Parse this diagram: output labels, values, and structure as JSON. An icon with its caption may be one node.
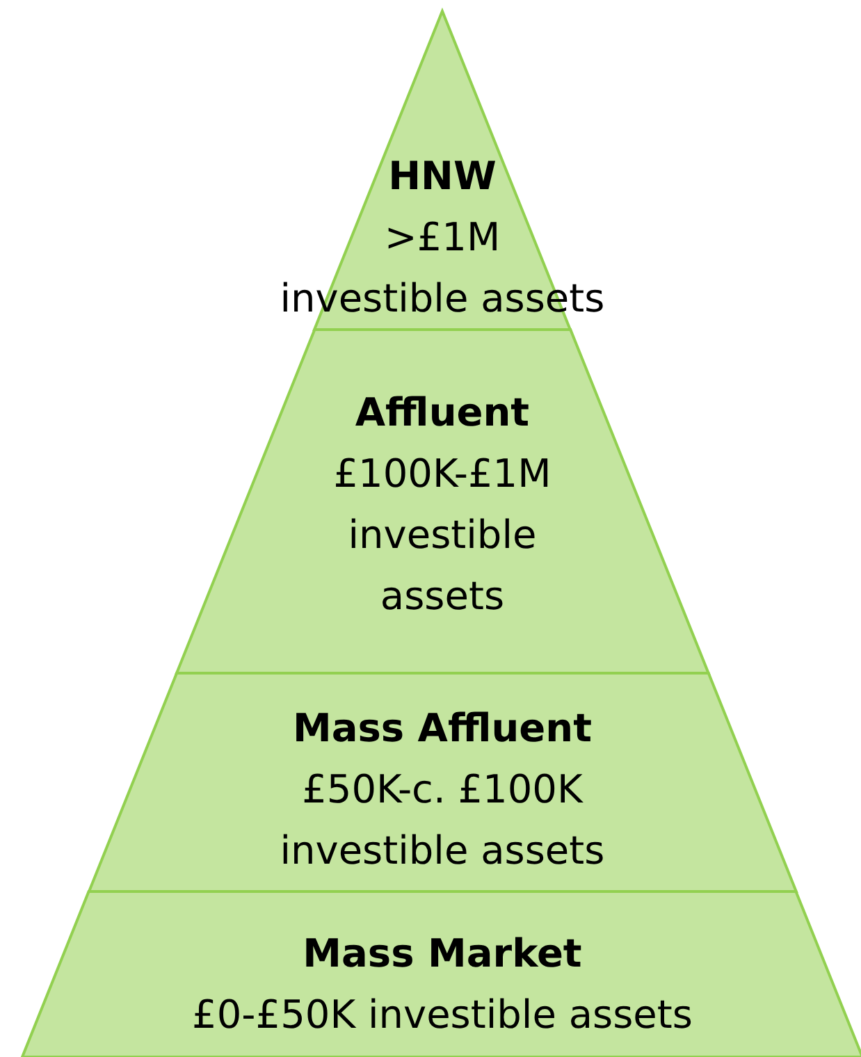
{
  "diagram": {
    "nodes": [
      {
        "text": [
          "HNW",
          ">£1M",
          "investible assets"
        ]
      },
      {
        "text": [
          "Affluent",
          "£100K-£1M investible assets"
        ]
      },
      {
        "text": [
          "Mass Affluent",
          "£50K-c. £100K investible assets"
        ]
      },
      {
        "text": [
          "Mass Market",
          "£0-£50K investible assets"
        ]
      }
    ]
  }
}
